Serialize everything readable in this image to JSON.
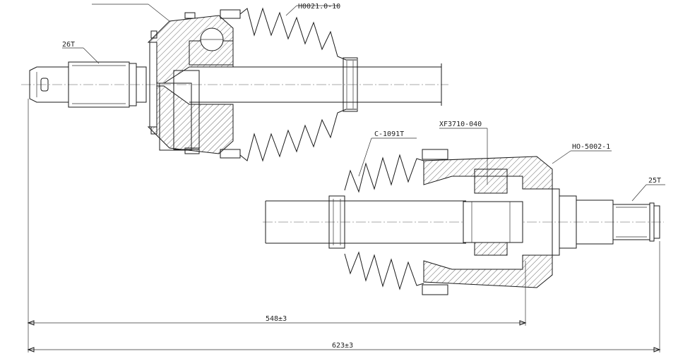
{
  "labels": {
    "top_boot_partial": "H0021.0-10",
    "top_spline": "26T",
    "boot_inner": "C-1091T",
    "bearing_code": "XF3710-040",
    "housing_code": "HO-5002-1",
    "bottom_spline": "25T"
  },
  "dimensions": {
    "inner_length": "548±3",
    "overall_length": "623±3"
  },
  "colors": {
    "line": "#1a1a1a",
    "background": "#ffffff"
  }
}
